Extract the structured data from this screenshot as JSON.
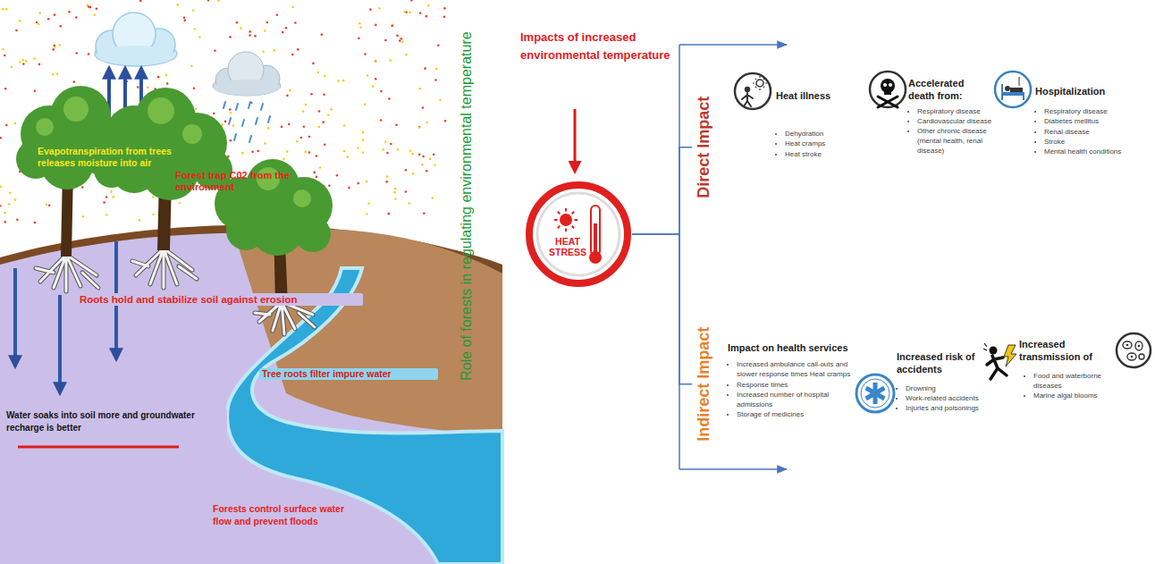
{
  "diagram": {
    "nodes": [
      {
        "text": [
          "HEAT STRESS"
        ]
      },
      {
        "text": [
          "Direct Impact"
        ]
      },
      {
        "text": [
          "Heat illness",
          "Dehydration",
          "Heat cramps",
          "Heat stroke"
        ]
      },
      {
        "text": [
          "Accelerated death from:",
          "Respiratory disease",
          "Cardiovascular disease",
          "Other chronic disease (mental health, renal disease)"
        ]
      },
      {
        "text": [
          "Hospitalization",
          "Respiratory disease",
          "Diabetes mellitus",
          "Renal disease",
          "Stroke",
          "Mental health conditions"
        ]
      },
      {
        "text": [
          "Indirect Impact"
        ]
      },
      {
        "text": [
          "Impact on health services",
          "Increased ambulance call-outs and slower response times Heat cramps",
          "Response times",
          "Increased number of hospital admissions",
          "Storage of medicines"
        ]
      },
      {
        "text": [
          "Increased risk of accidents",
          "Drowning",
          "Work-related accidents",
          "Injuries and poisonings"
        ]
      },
      {
        "text": [
          "Increased transmission of",
          "Food and waterborne diseases",
          "Marine algal blooms"
        ]
      }
    ],
    "edges": [
      {
        "from": 0,
        "to": 1,
        "arrow": "none"
      },
      {
        "from": 0,
        "to": 5,
        "arrow": "none"
      }
    ],
    "labels": [
      "Evapotranspiration from trees releases moisture into air",
      "Forest trap C02 from the environment",
      "Roots hold and stabilize soil against erosion",
      "Tree roots filter impure water",
      "Water soaks into soil more and groundwater recharge is better",
      "Forests control surface water flow and prevent floods",
      "Role of forests in regulating environmental temperature",
      "Impacts of increased environmental temperature"
    ]
  }
}
